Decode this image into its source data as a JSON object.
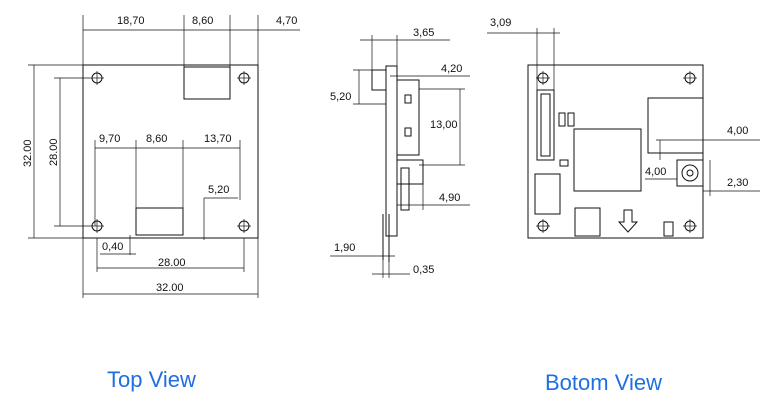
{
  "top_view": {
    "caption": "Top View",
    "dims": {
      "d_18_70": "18,70",
      "d_8_60_top": "8,60",
      "d_4_70": "4,70",
      "d_9_70": "9,70",
      "d_8_60_mid": "8,60",
      "d_13_70": "13,70",
      "d_5_20": "5,20",
      "d_0_40": "0,40",
      "d_28_00_h": "28.00",
      "d_32_00_h": "32.00",
      "d_32_00_v": "32.00",
      "d_28_00_v": "28.00"
    }
  },
  "side_view": {
    "dims": {
      "d_3_65": "3,65",
      "d_4_20": "4,20",
      "d_5_20": "5,20",
      "d_13_00": "13,00",
      "d_4_90": "4,90",
      "d_1_90": "1,90",
      "d_0_35": "0,35"
    }
  },
  "bottom_view": {
    "caption": "Botom View",
    "dims": {
      "d_3_09": "3,09",
      "d_4_00_a": "4,00",
      "d_4_00_b": "4,00",
      "d_2_30": "2,30"
    }
  },
  "colors": {
    "caption": "#1f6fe0",
    "line": "#111111"
  }
}
